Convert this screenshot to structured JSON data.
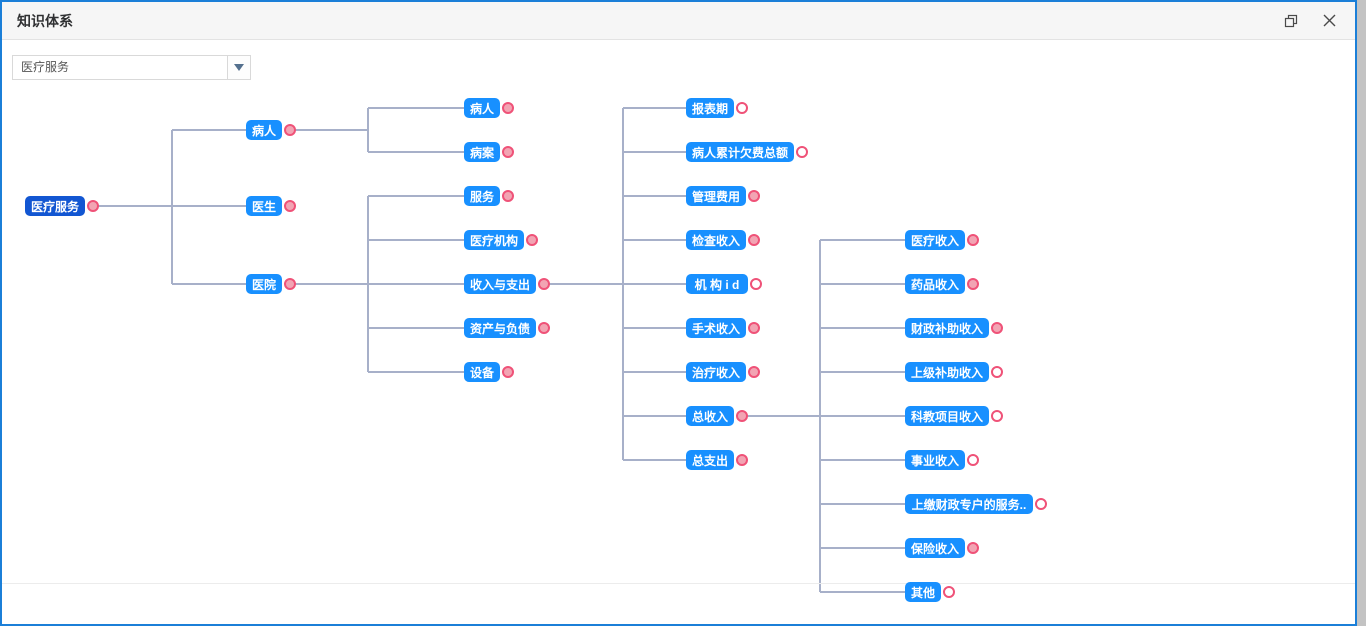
{
  "window": {
    "title": "知识体系",
    "colors": {
      "border_accent": "#1b7fd8",
      "node_blue": "#1890ff",
      "root_node_blue": "#1256d2",
      "connector_line": "#a7b0c9",
      "dot_ring": "#ef5278",
      "dot_fill": "#f2a4b3"
    }
  },
  "combo": {
    "value": "医疗服务"
  },
  "icons": {
    "restore": "restore-window-icon",
    "close": "close-icon",
    "caret": "chevron-down-icon"
  },
  "tree": {
    "nodes": [
      {
        "label": "医疗服务",
        "circle": "filled"
      },
      {
        "label": "病人",
        "circle": "filled"
      },
      {
        "label": "医生",
        "circle": "filled"
      },
      {
        "label": "医院",
        "circle": "filled"
      },
      {
        "label": "病人",
        "circle": "filled"
      },
      {
        "label": "病案",
        "circle": "filled"
      },
      {
        "label": "服务",
        "circle": "filled"
      },
      {
        "label": "医疗机构",
        "circle": "filled"
      },
      {
        "label": "收入与支出",
        "circle": "filled"
      },
      {
        "label": "资产与负债",
        "circle": "filled"
      },
      {
        "label": "设备",
        "circle": "filled"
      },
      {
        "label": "报表期",
        "circle": "hollow"
      },
      {
        "label": "病人累计欠费总额",
        "circle": "hollow"
      },
      {
        "label": "管理费用",
        "circle": "filled"
      },
      {
        "label": "检查收入",
        "circle": "filled"
      },
      {
        "label": "机 构 i d",
        "circle": "hollow"
      },
      {
        "label": "手术收入",
        "circle": "filled"
      },
      {
        "label": "治疗收入",
        "circle": "filled"
      },
      {
        "label": "总收入",
        "circle": "filled"
      },
      {
        "label": "总支出",
        "circle": "filled"
      },
      {
        "label": "医疗收入",
        "circle": "filled"
      },
      {
        "label": "药品收入",
        "circle": "filled"
      },
      {
        "label": "财政补助收入",
        "circle": "filled"
      },
      {
        "label": "上级补助收入",
        "circle": "hollow"
      },
      {
        "label": "科教项目收入",
        "circle": "hollow"
      },
      {
        "label": "事业收入",
        "circle": "hollow"
      },
      {
        "label": "上缴财政专户的服务..",
        "circle": "hollow"
      },
      {
        "label": "保险收入",
        "circle": "filled"
      },
      {
        "label": "其他",
        "circle": "hollow"
      }
    ]
  }
}
